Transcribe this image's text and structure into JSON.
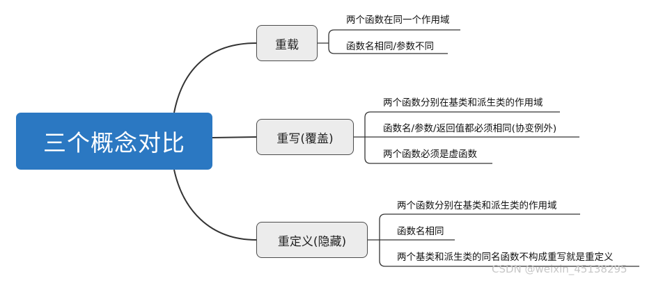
{
  "root": {
    "label": "三个概念对比"
  },
  "branches": [
    {
      "label": "重载",
      "items": [
        "两个函数在同一个作用域",
        "函数名相同/参数不同"
      ]
    },
    {
      "label": "重写(覆盖)",
      "items": [
        "两个函数分别在基类和派生类的作用域",
        "函数名/参数/返回值都必须相同(协变例外)",
        "两个函数必须是虚函数"
      ]
    },
    {
      "label": "重定义(隐藏)",
      "items": [
        "两个函数分别在基类和派生类的作用域",
        "函数名相同",
        "两个基类和派生类的同名函数不构成重写就是重定义"
      ]
    }
  ],
  "watermark": "CSDN @weixin_45138295",
  "colors": {
    "root_fill": "#2b78c2",
    "branch_fill": "#ececec",
    "line": "#333333"
  }
}
